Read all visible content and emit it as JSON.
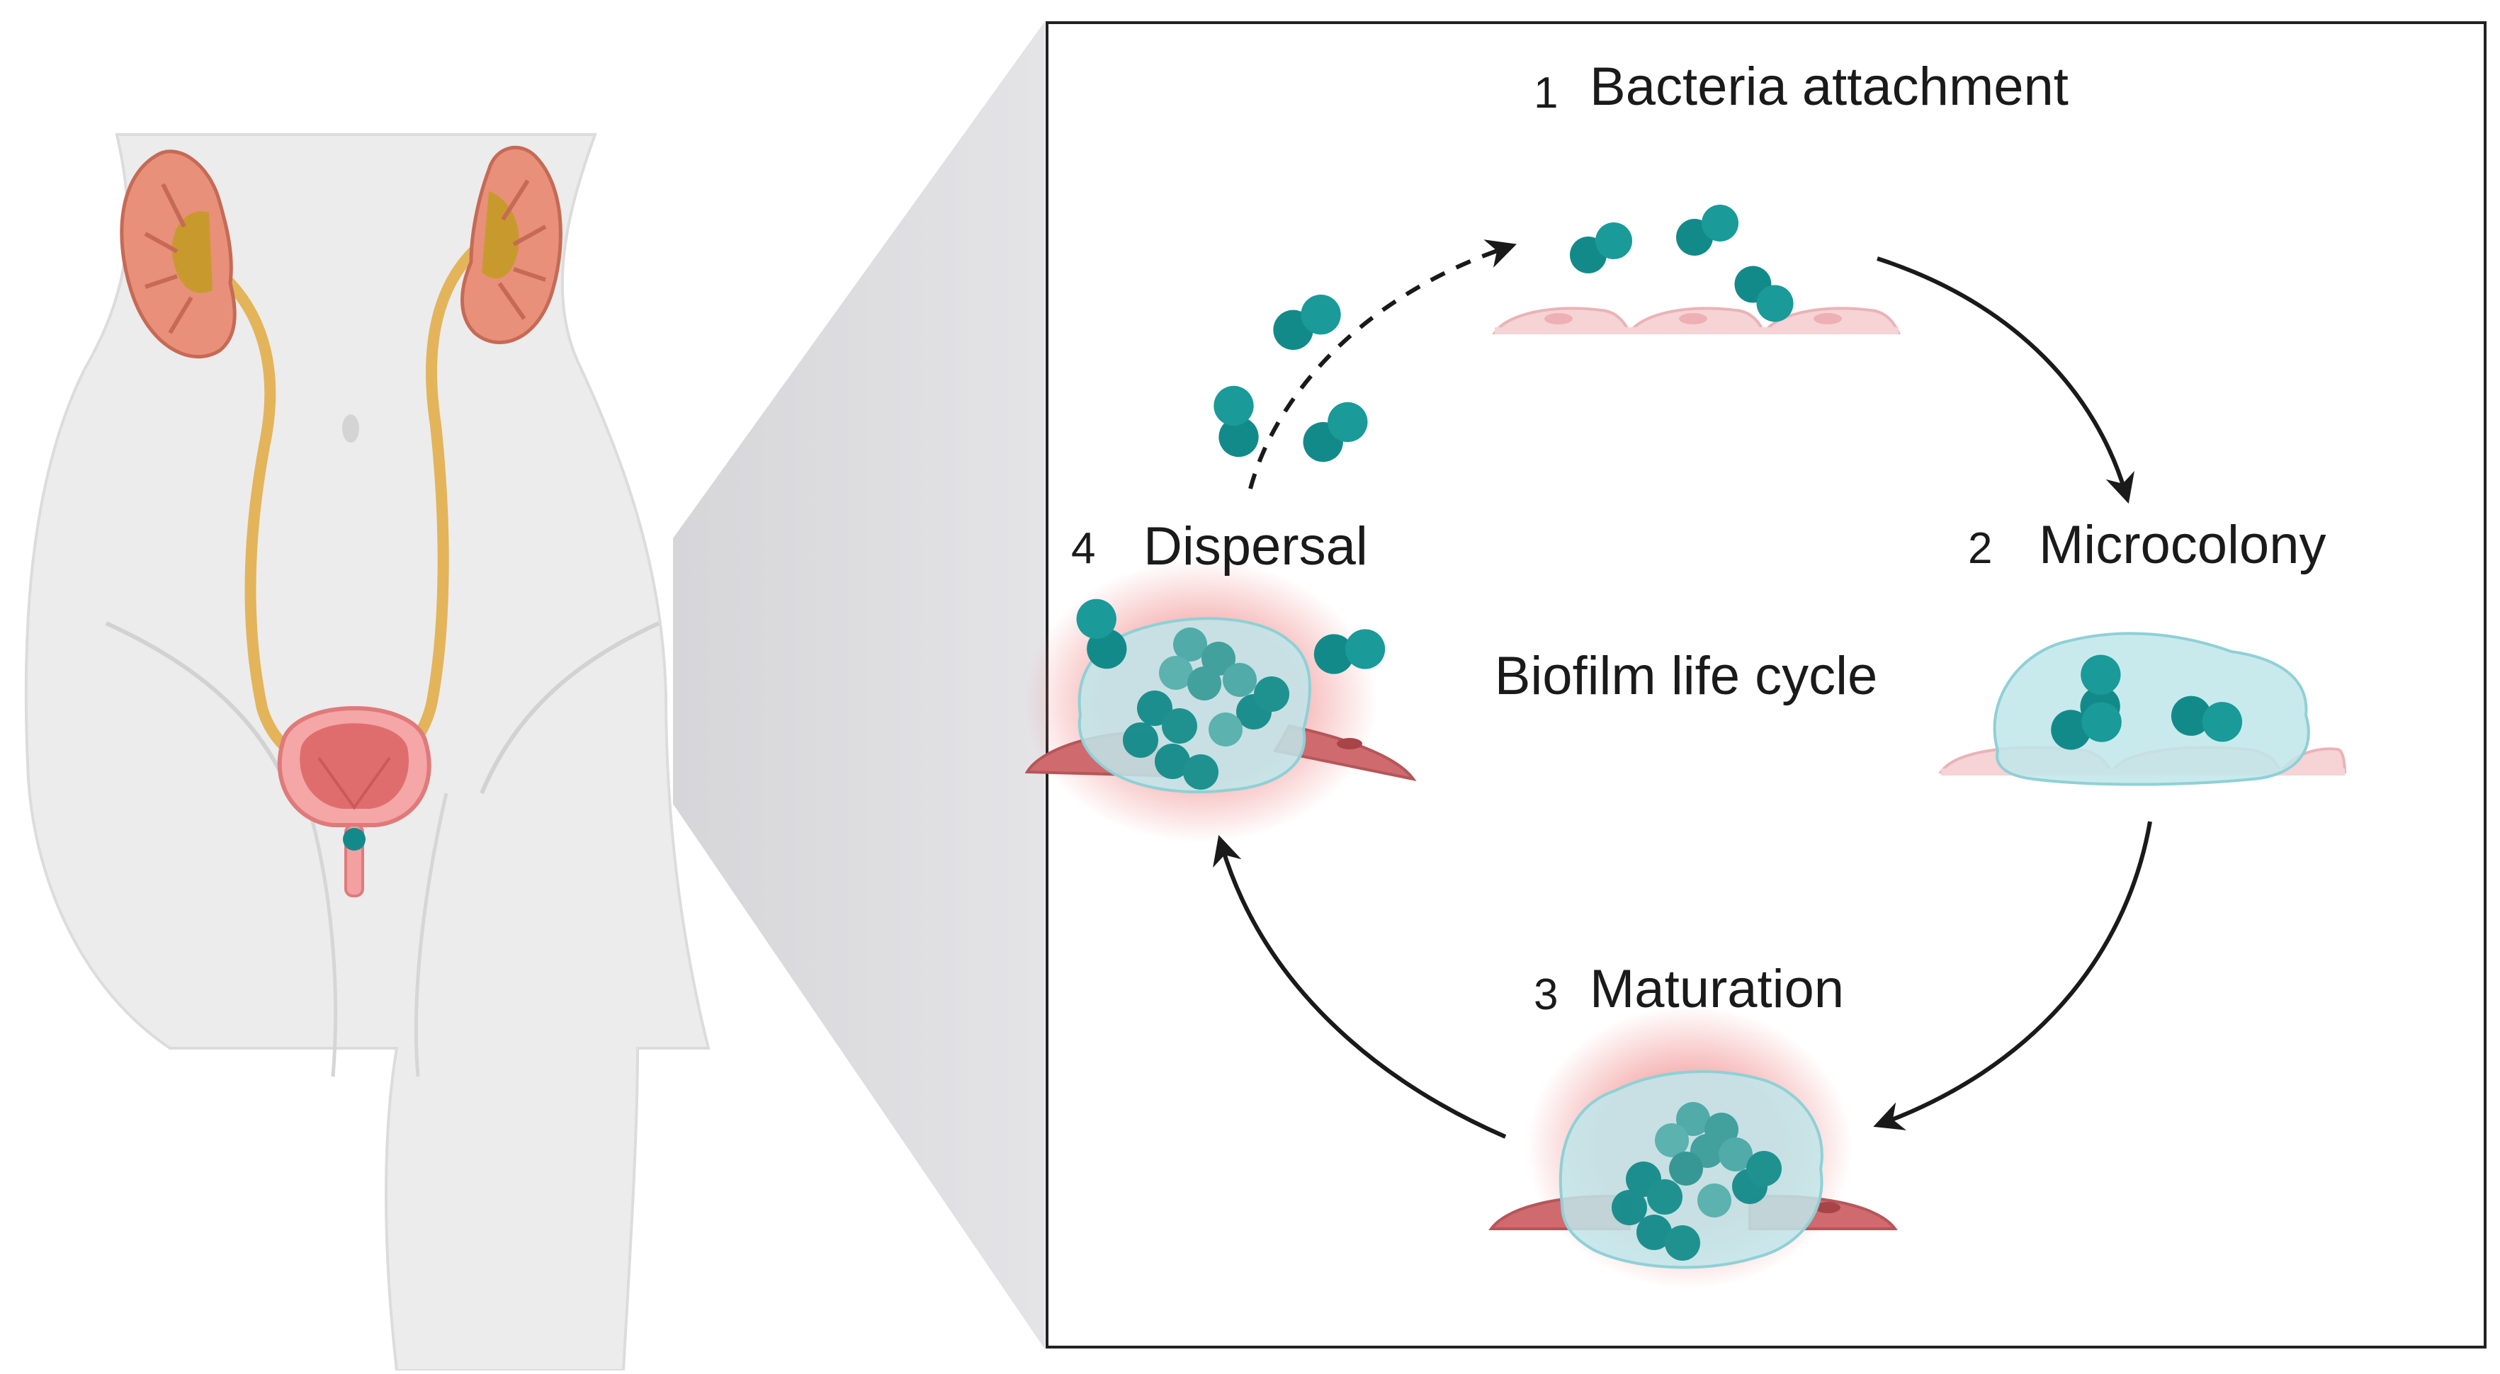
{
  "diagram": {
    "center_label": "Biofilm life cycle",
    "stages": [
      {
        "number": "1",
        "label": "Bacteria attachment"
      },
      {
        "number": "2",
        "label": "Microcolony"
      },
      {
        "number": "3",
        "label": "Maturation"
      },
      {
        "number": "4",
        "label": "Dispersal"
      }
    ]
  },
  "colors": {
    "bacteria": "#138a8a",
    "bacteria_highlight": "#1aa3a0",
    "epithelium_healthy": "#f6d3d5",
    "epithelium_inflamed": "#cf6a6e",
    "biofilm_matrix": "#bfe6ea",
    "kidney": "#e8907a",
    "ureter": "#e8b860",
    "bladder": "#e06d6d",
    "body_skin": "#e9e9e9",
    "frame": "#222222",
    "arrow": "#1a1a1a"
  },
  "icons": [
    "urinary-tract-illustration",
    "bacteria-icon",
    "epithelial-cells-icon",
    "biofilm-matrix-icon"
  ]
}
